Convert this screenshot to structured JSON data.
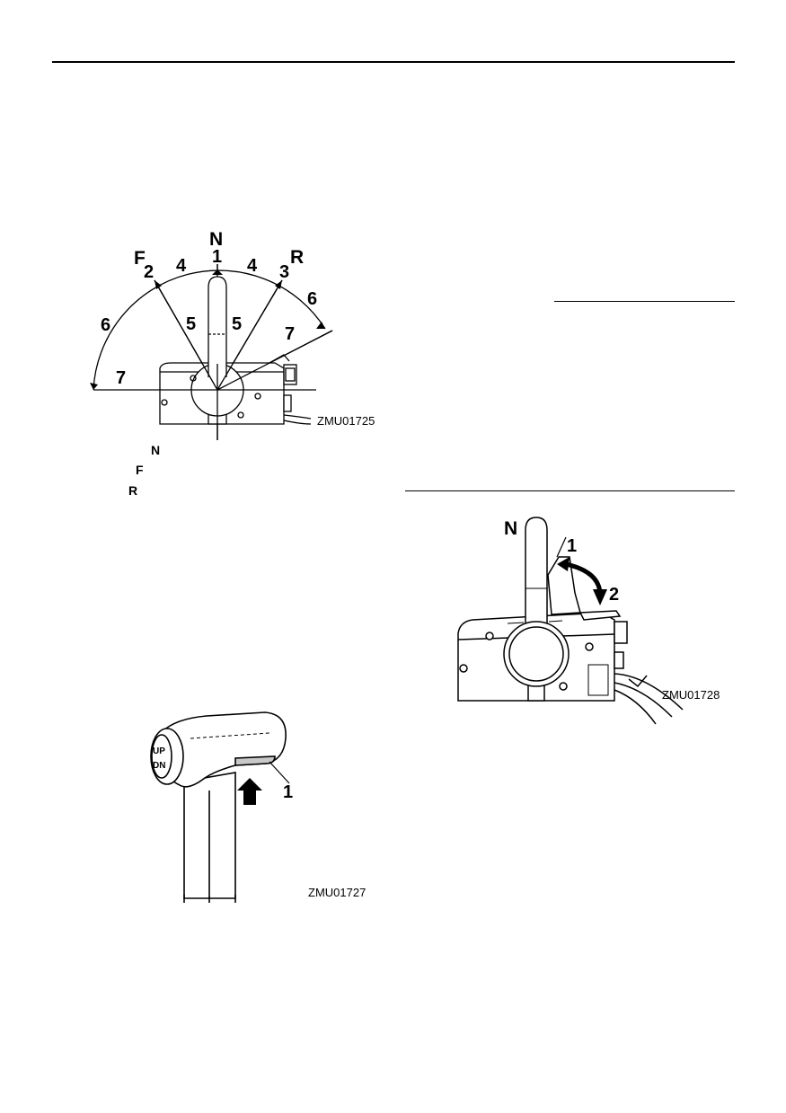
{
  "fig1": {
    "labels": {
      "N": "N",
      "F": "F",
      "R": "R",
      "n1": "1",
      "n2": "2",
      "n3": "3",
      "a4l": "4",
      "a4r": "4",
      "a5l": "5",
      "a5r": "5",
      "a6l": "6",
      "a6r": "6",
      "a7l": "7",
      "a7r": "7"
    },
    "code": "ZMU01725",
    "key": [
      "N",
      "F",
      "R"
    ]
  },
  "fig2": {
    "callout": "1",
    "up": "UP",
    "dn": "DN",
    "code": "ZMU01727"
  },
  "fig3": {
    "N": "N",
    "callout1": "1",
    "callout2": "2",
    "code": "ZMU01728"
  }
}
